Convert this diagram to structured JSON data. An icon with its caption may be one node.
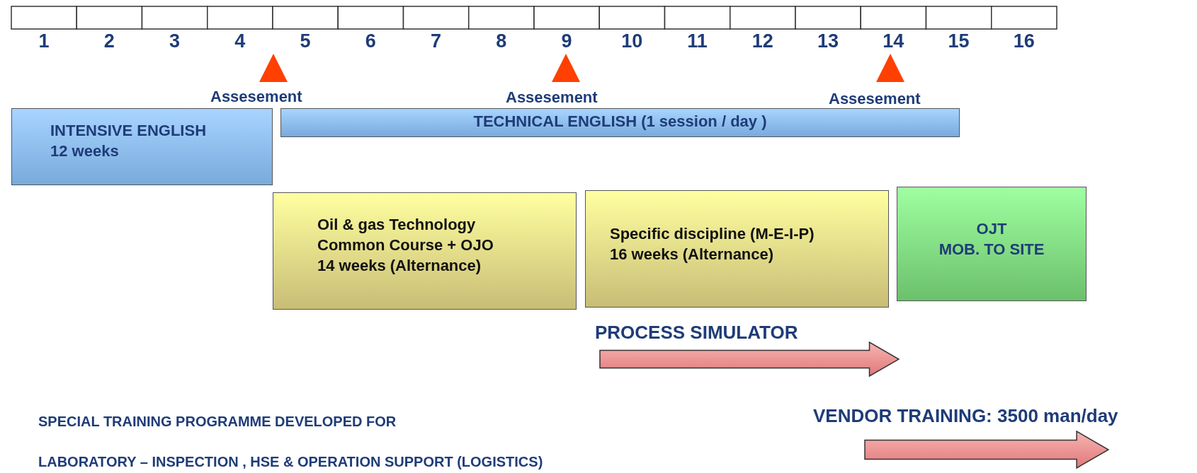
{
  "diagram": {
    "nodes": [
      {
        "text": [
          "INTENSIVE ENGLISH",
          "12 weeks"
        ]
      },
      {
        "text": [
          "TECHNICAL ENGLISH (1 session / day )"
        ]
      },
      {
        "text": [
          "Oil & gas Technology Common Course + OJO",
          "14 weeks (Alternance)"
        ]
      },
      {
        "text": [
          "Specific discipline (M-E-I-P)",
          "16 weeks (Alternance)"
        ]
      },
      {
        "text": [
          "OJT",
          "MOB. TO SITE"
        ]
      },
      {
        "text": [
          "PROCESS SIMULATOR"
        ]
      },
      {
        "text": [
          "VENDOR TRAINING: 3500 man/day"
        ]
      }
    ],
    "edges": [],
    "labels": [
      "1",
      "2",
      "3",
      "4",
      "5",
      "6",
      "7",
      "8",
      "9",
      "10",
      "11",
      "12",
      "13",
      "14",
      "15",
      "16",
      "Assesement",
      "Assesement",
      "Assesement",
      "SPECIAL TRAINING PROGRAMME DEVELOPED FOR",
      "LABORATORY – INSPECTION , HSE & OPERATION SUPPORT (LOGISTICS)"
    ]
  }
}
